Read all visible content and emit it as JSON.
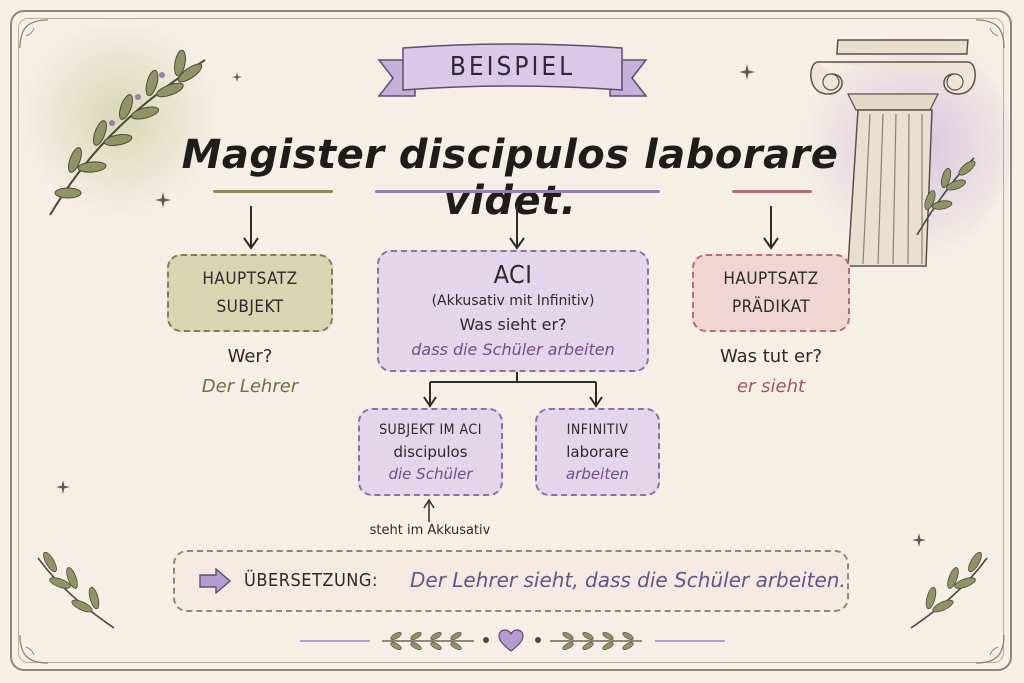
{
  "banner": {
    "label": "BEISPIEL"
  },
  "sentence": {
    "text": "Magister discipulos laborare videt."
  },
  "boxes": {
    "left": {
      "line1": "HAUPTSATZ",
      "line2": "SUBJEKT",
      "question": "Wer?",
      "answer": "Der Lehrer"
    },
    "middle": {
      "title": "ACI",
      "subtitle": "(Akkusativ mit Infinitiv)",
      "question": "Was sieht er?",
      "answer": "dass die Schüler arbeiten"
    },
    "right": {
      "line1": "HAUPTSATZ",
      "line2": "PRÄDIKAT",
      "question": "Was tut er?",
      "answer": "er sieht"
    },
    "sub_left": {
      "title": "SUBJEKT IM ACI",
      "latin": "discipulos",
      "german": "die Schüler",
      "note": "steht im Akkusativ"
    },
    "sub_right": {
      "title": "INFINITIV",
      "latin": "laborare",
      "german": "arbeiten"
    }
  },
  "translation": {
    "label": "ÜBERSETZUNG:",
    "text": "Der Lehrer sieht, dass die Schüler arbeiten."
  },
  "colors": {
    "olive": "#7d7f4f",
    "olive_fill": "#d8d5b2",
    "lavender": "#8d6fa6",
    "lavender_fill": "#e3d6ea",
    "rose": "#b06f78",
    "rose_fill": "#efd5d3",
    "ink": "#2c2a28"
  },
  "icons": [
    "laurel-branch-icon",
    "ionic-column-icon",
    "arrow-right-icon",
    "heart-icon",
    "sparkle-icon"
  ]
}
